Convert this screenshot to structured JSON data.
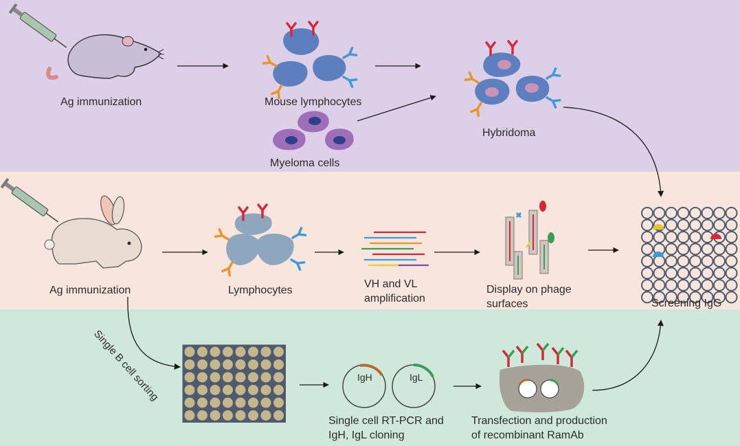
{
  "colors": {
    "band_top": "#ddcfe8",
    "band_middle": "#f8e6dc",
    "band_bottom": "#cfe8d9",
    "lymphocyte_blue": "#5b7fbf",
    "lymphocyte_grey": "#8fa6bf",
    "myeloma_purple": "#9e6fb8",
    "antibody_red": "#d6283a",
    "antibody_orange": "#e8952e",
    "antibody_blue": "#3f9ad6",
    "antibody_green": "#3a9e55",
    "plate_dark": "#4e5a6e",
    "well_tan": "#c6b68c"
  },
  "icons": [
    "syringe-icon",
    "mouse-icon",
    "rabbit-icon",
    "antibody-icon",
    "plasmid-icon",
    "well-plate-icon"
  ],
  "top_row": {
    "mouse_label": "Ag immunization",
    "lymphocytes_label": "Mouse lymphocytes",
    "myeloma_label": "Myeloma cells",
    "hybridoma_label": "Hybridoma"
  },
  "middle_row": {
    "rabbit_label": "Ag immunization",
    "lymphocytes_label": "Lymphocytes",
    "amplification_label_1": "VH and VL",
    "amplification_label_2": "amplification",
    "phage_label_1": "Display on phage",
    "phage_label_2": "surfaces",
    "screening_label": "Screening IgG"
  },
  "bottom_row": {
    "sorting_label": "Single B cell sorting",
    "rtpcr_label_1": "Single cell RT-PCR and",
    "rtpcr_label_2": "IgH, IgL cloning",
    "igh_label": "IgH",
    "igl_label": "IgL",
    "transfection_label_1": "Transfection and production",
    "transfection_label_2": "of recombinant RamAb"
  }
}
